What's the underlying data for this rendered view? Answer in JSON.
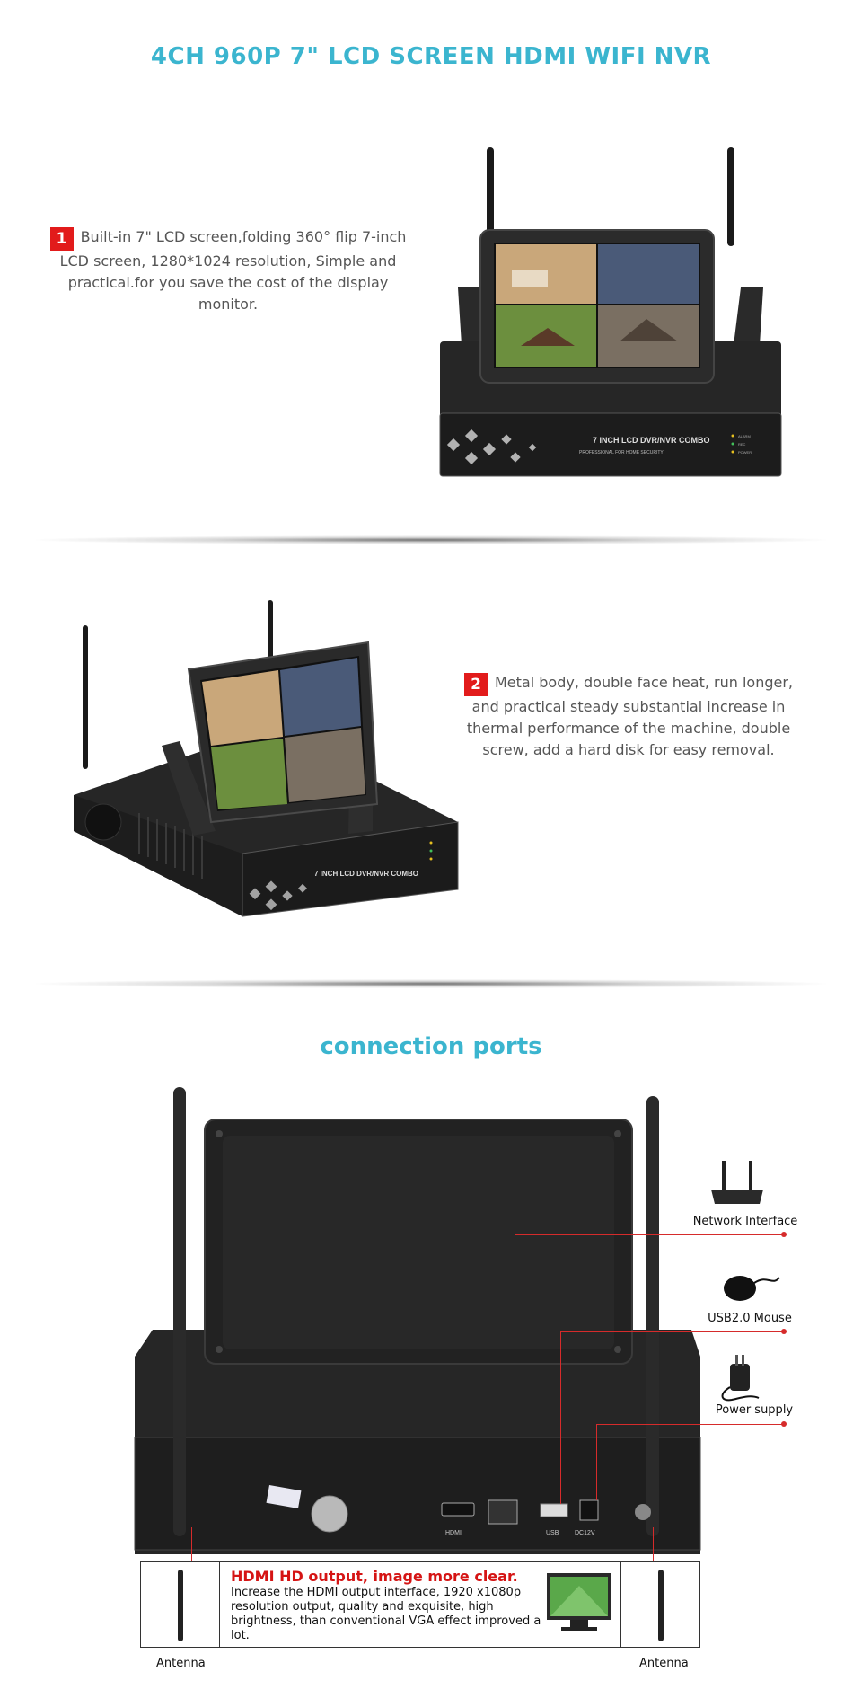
{
  "page": {
    "title": "4CH 960P 7\" LCD SCREEN HDMI WIFI NVR"
  },
  "features": [
    {
      "number": "1",
      "text": "Built-in 7\" LCD screen,folding 360° flip 7-inch LCD screen, 1280*1024 resolution, Simple and practical.for you save the cost of the display monitor."
    },
    {
      "number": "2",
      "text": "Metal body, double face heat, run longer, and practical steady substantial increase in thermal performance of the machine, double screw, add a hard disk for easy removal."
    }
  ],
  "device": {
    "front_brand": "7 INCH LCD DVR/NVR COMBO",
    "front_sub": "PROFESSIONAL FOR HOME SECURITY",
    "leds": [
      "ALARM",
      "REC",
      "POWER"
    ]
  },
  "connection": {
    "title": "connection ports",
    "peripherals": [
      {
        "label": "Network Interface",
        "icon": "router-icon"
      },
      {
        "label": "USB2.0 Mouse",
        "icon": "mouse-icon"
      },
      {
        "label": "Power supply",
        "icon": "power-adapter-icon"
      }
    ],
    "ports": [
      "HDMI",
      "USB",
      "DC12V"
    ],
    "antenna_label_left": "Antenna",
    "antenna_label_right": "Antenna",
    "info": {
      "title": "HDMI HD output, image more clear.",
      "text": "Increase the HDMI output interface, 1920 x1080p resolution output, quality and exquisite, high brightness, than conventional VGA effect improved a lot."
    },
    "colors": {
      "accent": "#3bb5cf",
      "badge": "#e21b1b",
      "line": "#d62b2b"
    }
  }
}
